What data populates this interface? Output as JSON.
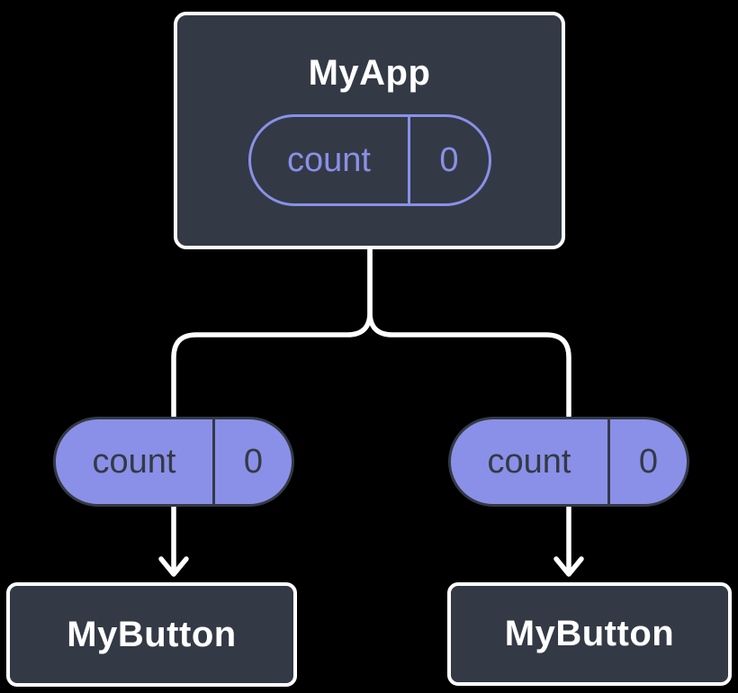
{
  "diagram": {
    "parent": {
      "title": "MyApp",
      "state": {
        "name": "count",
        "value": "0"
      }
    },
    "children": [
      {
        "title": "MyButton",
        "prop": {
          "name": "count",
          "value": "0"
        }
      },
      {
        "title": "MyButton",
        "prop": {
          "name": "count",
          "value": "0"
        }
      }
    ]
  },
  "colors": {
    "background": "#000000",
    "node_fill": "#333a45",
    "node_border": "#ffffff",
    "node_text": "#ffffff",
    "accent_purple": "#8a90e8",
    "pill_dark": "#333a45",
    "connector_white": "#ffffff"
  }
}
